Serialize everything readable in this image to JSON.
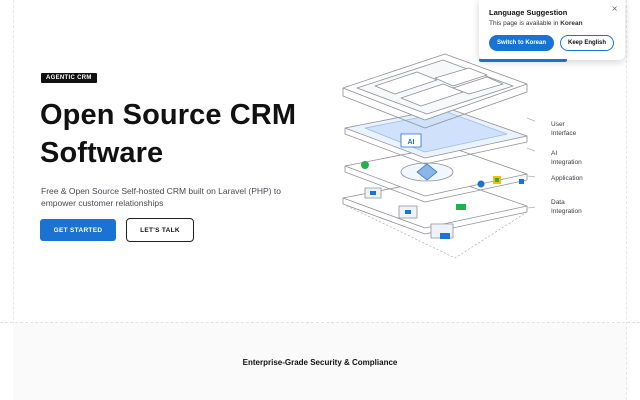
{
  "hero": {
    "badge": "AGENTIC CRM",
    "title_line1": "Open Source CRM",
    "title_line2": "Software",
    "subtitle": "Free & Open Source Self-hosted CRM built on Laravel (PHP) to empower customer relationships",
    "primary_cta": "GET STARTED",
    "secondary_cta": "LET'S TALK"
  },
  "illustration": {
    "ai_chip": "AI",
    "layers": [
      {
        "line1": "User",
        "line2": "Interface"
      },
      {
        "line1": "AI",
        "line2": "Integration"
      },
      {
        "line1": "Application",
        "line2": ""
      },
      {
        "line1": "Data",
        "line2": "Integration"
      }
    ]
  },
  "section": {
    "heading": "Enterprise-Grade Security & Compliance"
  },
  "language_popup": {
    "title": "Language Suggestion",
    "text_prefix": "This page is available in ",
    "language": "Korean",
    "switch_label": "Switch to Korean",
    "keep_label": "Keep English",
    "close_glyph": "×"
  },
  "colors": {
    "primary": "#1a73d3",
    "text": "#111111",
    "muted": "#4a4a52"
  }
}
